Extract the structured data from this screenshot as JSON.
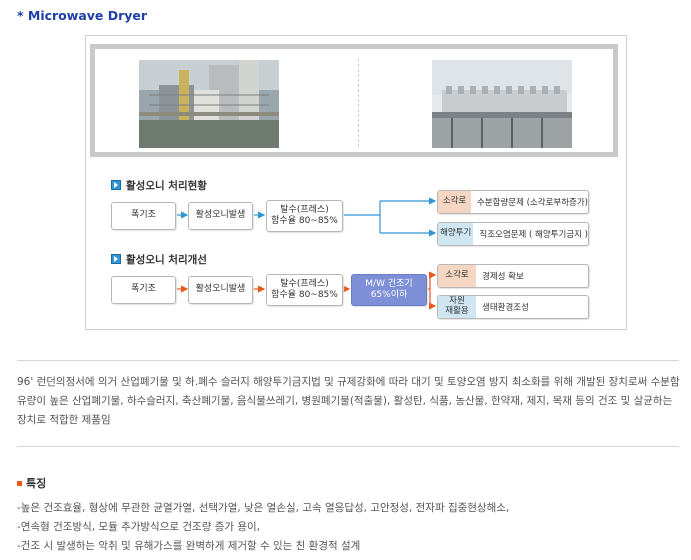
{
  "title": "* Microwave Dryer",
  "section1": {
    "heading": "활성오니 처리현황",
    "boxes": [
      "폭기조",
      "활성오니발생"
    ],
    "dehydration": [
      "탈수(프레스)",
      "함수율 80~85%"
    ],
    "results": [
      {
        "tag": "소각로",
        "text": "수분함량문제 (소각로부하증가)"
      },
      {
        "tag": "해양투기",
        "text": "직조오염문제 ( 해양투기금지 )"
      }
    ]
  },
  "section2": {
    "heading": "활성오니 처리개선",
    "boxes": [
      "폭기조",
      "활성오니발생"
    ],
    "dehydration": [
      "탈수(프레스)",
      "함수율 80~85%"
    ],
    "dryer": [
      "M/W 건조기",
      "65%이하"
    ],
    "results": [
      {
        "tag": "소각로",
        "text": "경제성 확보"
      },
      {
        "tag": "자원\n재활용",
        "text": "생태환경조성"
      }
    ]
  },
  "description": "96' 런던의정서에 의거 산업폐기물 및 하.폐수 슬러지 해양투기금지법 및 규제강화에 따라 대기 및 토양오염 방지 최소화를 위해 개발된 장치로써 수분함유량이 높은 산업폐기물, 하수슬러지, 축산폐기물, 음식물쓰레기, 병원폐기물(적출물), 활성탄, 식품, 농산물, 한약재, 제지, 목재 등의 건조 및 살균하는 장치로 적합한 제품임",
  "features": {
    "title": "특징",
    "items": [
      "-높은 건조효율, 형상에 무관한 균열가열, 선택가열, 낮은 열손실, 고속 열응답성, 고안정성, 전자파 집중현상해소,",
      "-연속형 건조방식, 모듈 추가방식으로 건조량 증가 용이,",
      "-건조 시 발생하는 악취 및 유해가스를 완벽하게 제거할 수 있는 친 환경적 설계"
    ]
  },
  "colors": {
    "title": "#1f3fa8",
    "arrow_blue": "#2f95d4",
    "arrow_orange": "#e8581d",
    "dryer_box": "#7d8fd6",
    "tag_orange": "#f5d6c2",
    "tag_blue": "#cfe6f2"
  }
}
